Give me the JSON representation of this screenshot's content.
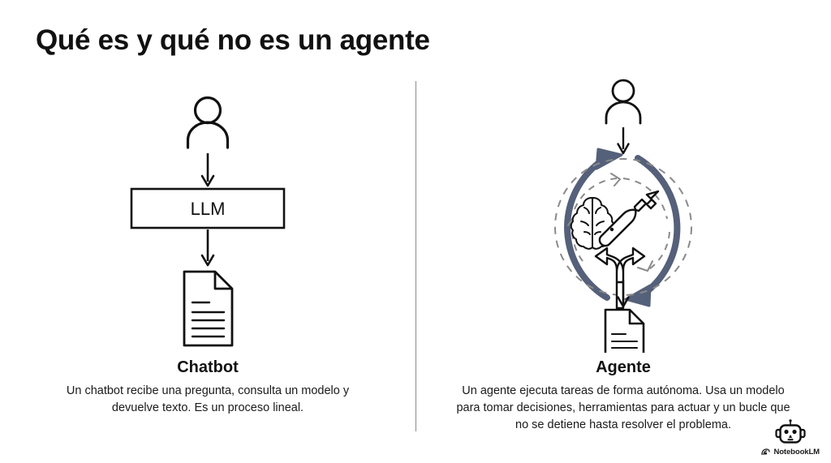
{
  "page": {
    "title": "Qué es y qué no es un agente",
    "background_color": "#ffffff",
    "text_color": "#111111"
  },
  "divider": {
    "color": "#8a8a8a"
  },
  "panels": [
    {
      "id": "chatbot",
      "caption_title": "Chatbot",
      "caption_desc": "Un chatbot recibe una pregunta, consulta un modelo y devuelve texto. Es un proceso lineal.",
      "diagram": {
        "type": "linear-flow",
        "nodes": [
          {
            "icon": "person-icon",
            "label": ""
          },
          {
            "icon": "box-node",
            "label": "LLM"
          },
          {
            "icon": "document-icon",
            "label": ""
          }
        ],
        "connectors": [
          "arrow-down",
          "arrow-down"
        ],
        "stroke_color": "#111111",
        "box_label": "LLM"
      }
    },
    {
      "id": "agente",
      "caption_title": "Agente",
      "caption_desc": "Un agente ejecuta tareas de forma autónoma. Usa un modelo para tomar decisiones, herramientas para actuar y un bucle que no se detiene hasta resolver el problema.",
      "diagram": {
        "type": "loop-flow",
        "nodes": [
          {
            "icon": "person-icon",
            "label": ""
          },
          {
            "icon": "brain-icon",
            "label": ""
          },
          {
            "icon": "wrench-icon",
            "label": ""
          },
          {
            "icon": "fork-arrow-icon",
            "label": ""
          },
          {
            "icon": "document-icon",
            "label": ""
          }
        ],
        "connectors": [
          "arrow-down",
          "loop-circle-clockwise",
          "dashed-circle",
          "dashed-arc-arrows",
          "arrow-down"
        ],
        "loop_color": "#55607a",
        "dashed_color": "#8a8a8a",
        "stroke_color": "#111111"
      }
    }
  ],
  "watermark": {
    "icon": "robot-icon",
    "logo_icon": "notebooklm-logo-icon",
    "label": "NotebookLM"
  }
}
